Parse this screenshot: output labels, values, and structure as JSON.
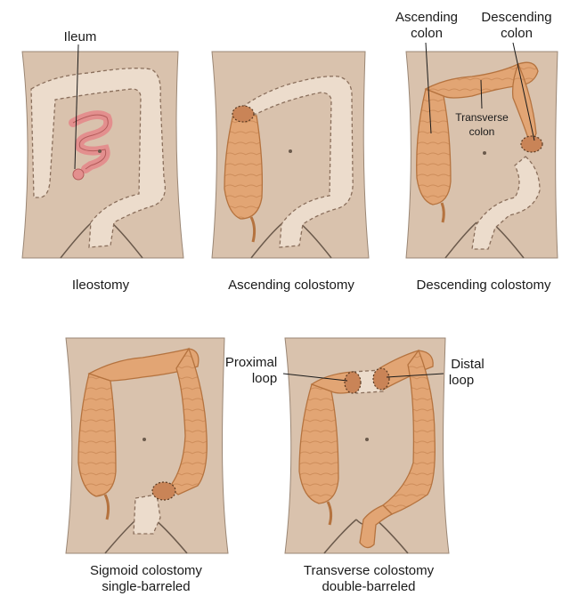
{
  "panels": [
    {
      "caption": "Ileostomy",
      "labels": {
        "ileum": "Ileum"
      }
    },
    {
      "caption": "Ascending colostomy"
    },
    {
      "caption": "Descending colostomy",
      "labels": {
        "ascending": [
          "Ascending",
          "colon"
        ],
        "descending": [
          "Descending",
          "colon"
        ],
        "transverse": [
          "Transverse",
          "colon"
        ]
      }
    },
    {
      "caption": [
        "Sigmoid colostomy",
        "single-barreled"
      ]
    },
    {
      "caption": [
        "Transverse colostomy",
        "double-barreled"
      ],
      "labels": {
        "proximal": [
          "Proximal",
          "loop"
        ],
        "distal": [
          "Distal",
          "loop"
        ]
      }
    }
  ],
  "colors": {
    "skin": "#d9c2ad",
    "ghost": "#ecdccc",
    "colon": "#e2a574",
    "colon_dark": "#b5733f",
    "ileum": "#e38f8e",
    "stoma": "#c98457"
  }
}
